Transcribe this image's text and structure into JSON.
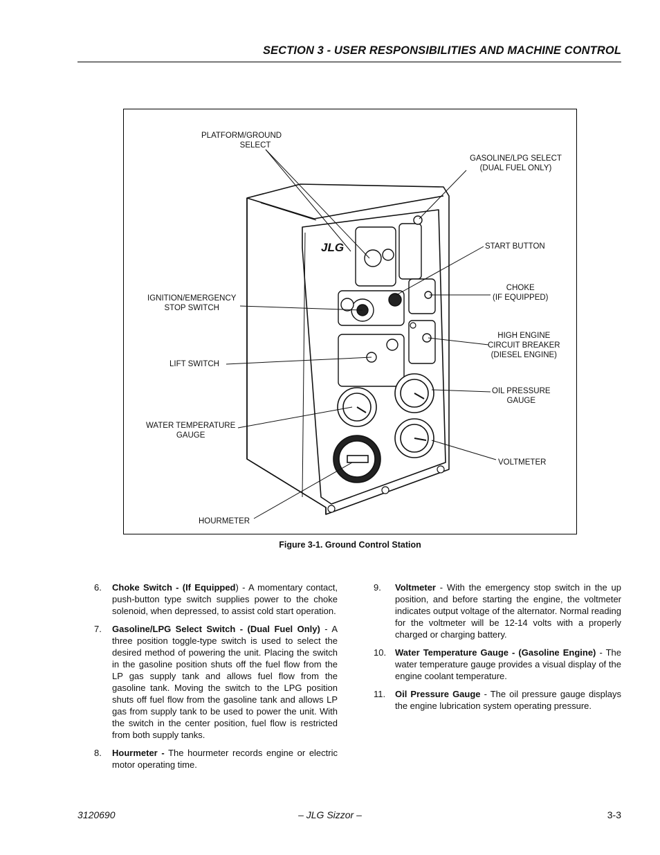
{
  "header": {
    "section_title": "SECTION 3 - USER RESPONSIBILITIES AND MACHINE CONTROL"
  },
  "figure": {
    "caption": "Figure 3-1.  Ground Control Station",
    "logo_text": "JLG",
    "callouts": {
      "platform_ground_select": [
        "PLATFORM/GROUND",
        "SELECT"
      ],
      "gasoline_lpg_select": [
        "GASOLINE/LPG SELECT",
        "(DUAL FUEL ONLY)"
      ],
      "start_button": [
        "START BUTTON"
      ],
      "choke": [
        "CHOKE",
        "(IF EQUIPPED)"
      ],
      "ignition_emergency_stop": [
        "IGNITION/EMERGENCY",
        "STOP SWITCH"
      ],
      "high_engine_breaker": [
        "HIGH ENGINE",
        "CIRCUIT BREAKER",
        "(DIESEL ENGINE)"
      ],
      "lift_switch": [
        "LIFT SWITCH"
      ],
      "oil_pressure_gauge": [
        "OIL PRESSURE",
        "GAUGE"
      ],
      "water_temperature_gauge": [
        "WATER TEMPERATURE",
        "GAUGE"
      ],
      "voltmeter": [
        "VOLTMETER"
      ],
      "hourmeter": [
        "HOURMETER"
      ]
    }
  },
  "left_items": [
    {
      "num": "6.",
      "term": "Choke Switch - (If Equipped",
      "text": ") - A momentary contact, push-button type switch supplies power to the choke solenoid, when depressed, to assist cold start operation."
    },
    {
      "num": "7.",
      "term": "Gasoline/LPG Select Switch - (Dual Fuel Only)",
      "text": " - A three position toggle-type switch is used to select the desired method of powering the unit. Placing the switch in the gasoline position shuts off the fuel flow from the LP gas supply tank and allows fuel flow from the gasoline tank. Moving the switch to the LPG position shuts off fuel flow from the gasoline tank and allows LP gas from supply tank to be used to power the unit. With the switch in the center position, fuel flow is restricted from both supply tanks."
    },
    {
      "num": "8.",
      "term": "Hourmeter -",
      "text": " The hourmeter records engine or electric motor operating time."
    }
  ],
  "right_items": [
    {
      "num": "9.",
      "term": "Voltmeter",
      "text": " - With the emergency stop switch in the up position, and before starting the engine, the voltmeter indicates output voltage of the alternator. Normal reading for the voltmeter will be 12-14 volts with a properly charged or charging battery."
    },
    {
      "num": "10.",
      "term": "Water Temperature Gauge - (Gasoline Engine)",
      "text": " - The water temperature gauge provides a visual display of the engine coolant temperature."
    },
    {
      "num": "11.",
      "term": "Oil Pressure Gauge",
      "text": " - The oil pressure gauge displays the engine lubrication system operating pressure."
    }
  ],
  "footer": {
    "doc_number": "3120690",
    "product": "– JLG Sizzor –",
    "page": "3-3"
  }
}
